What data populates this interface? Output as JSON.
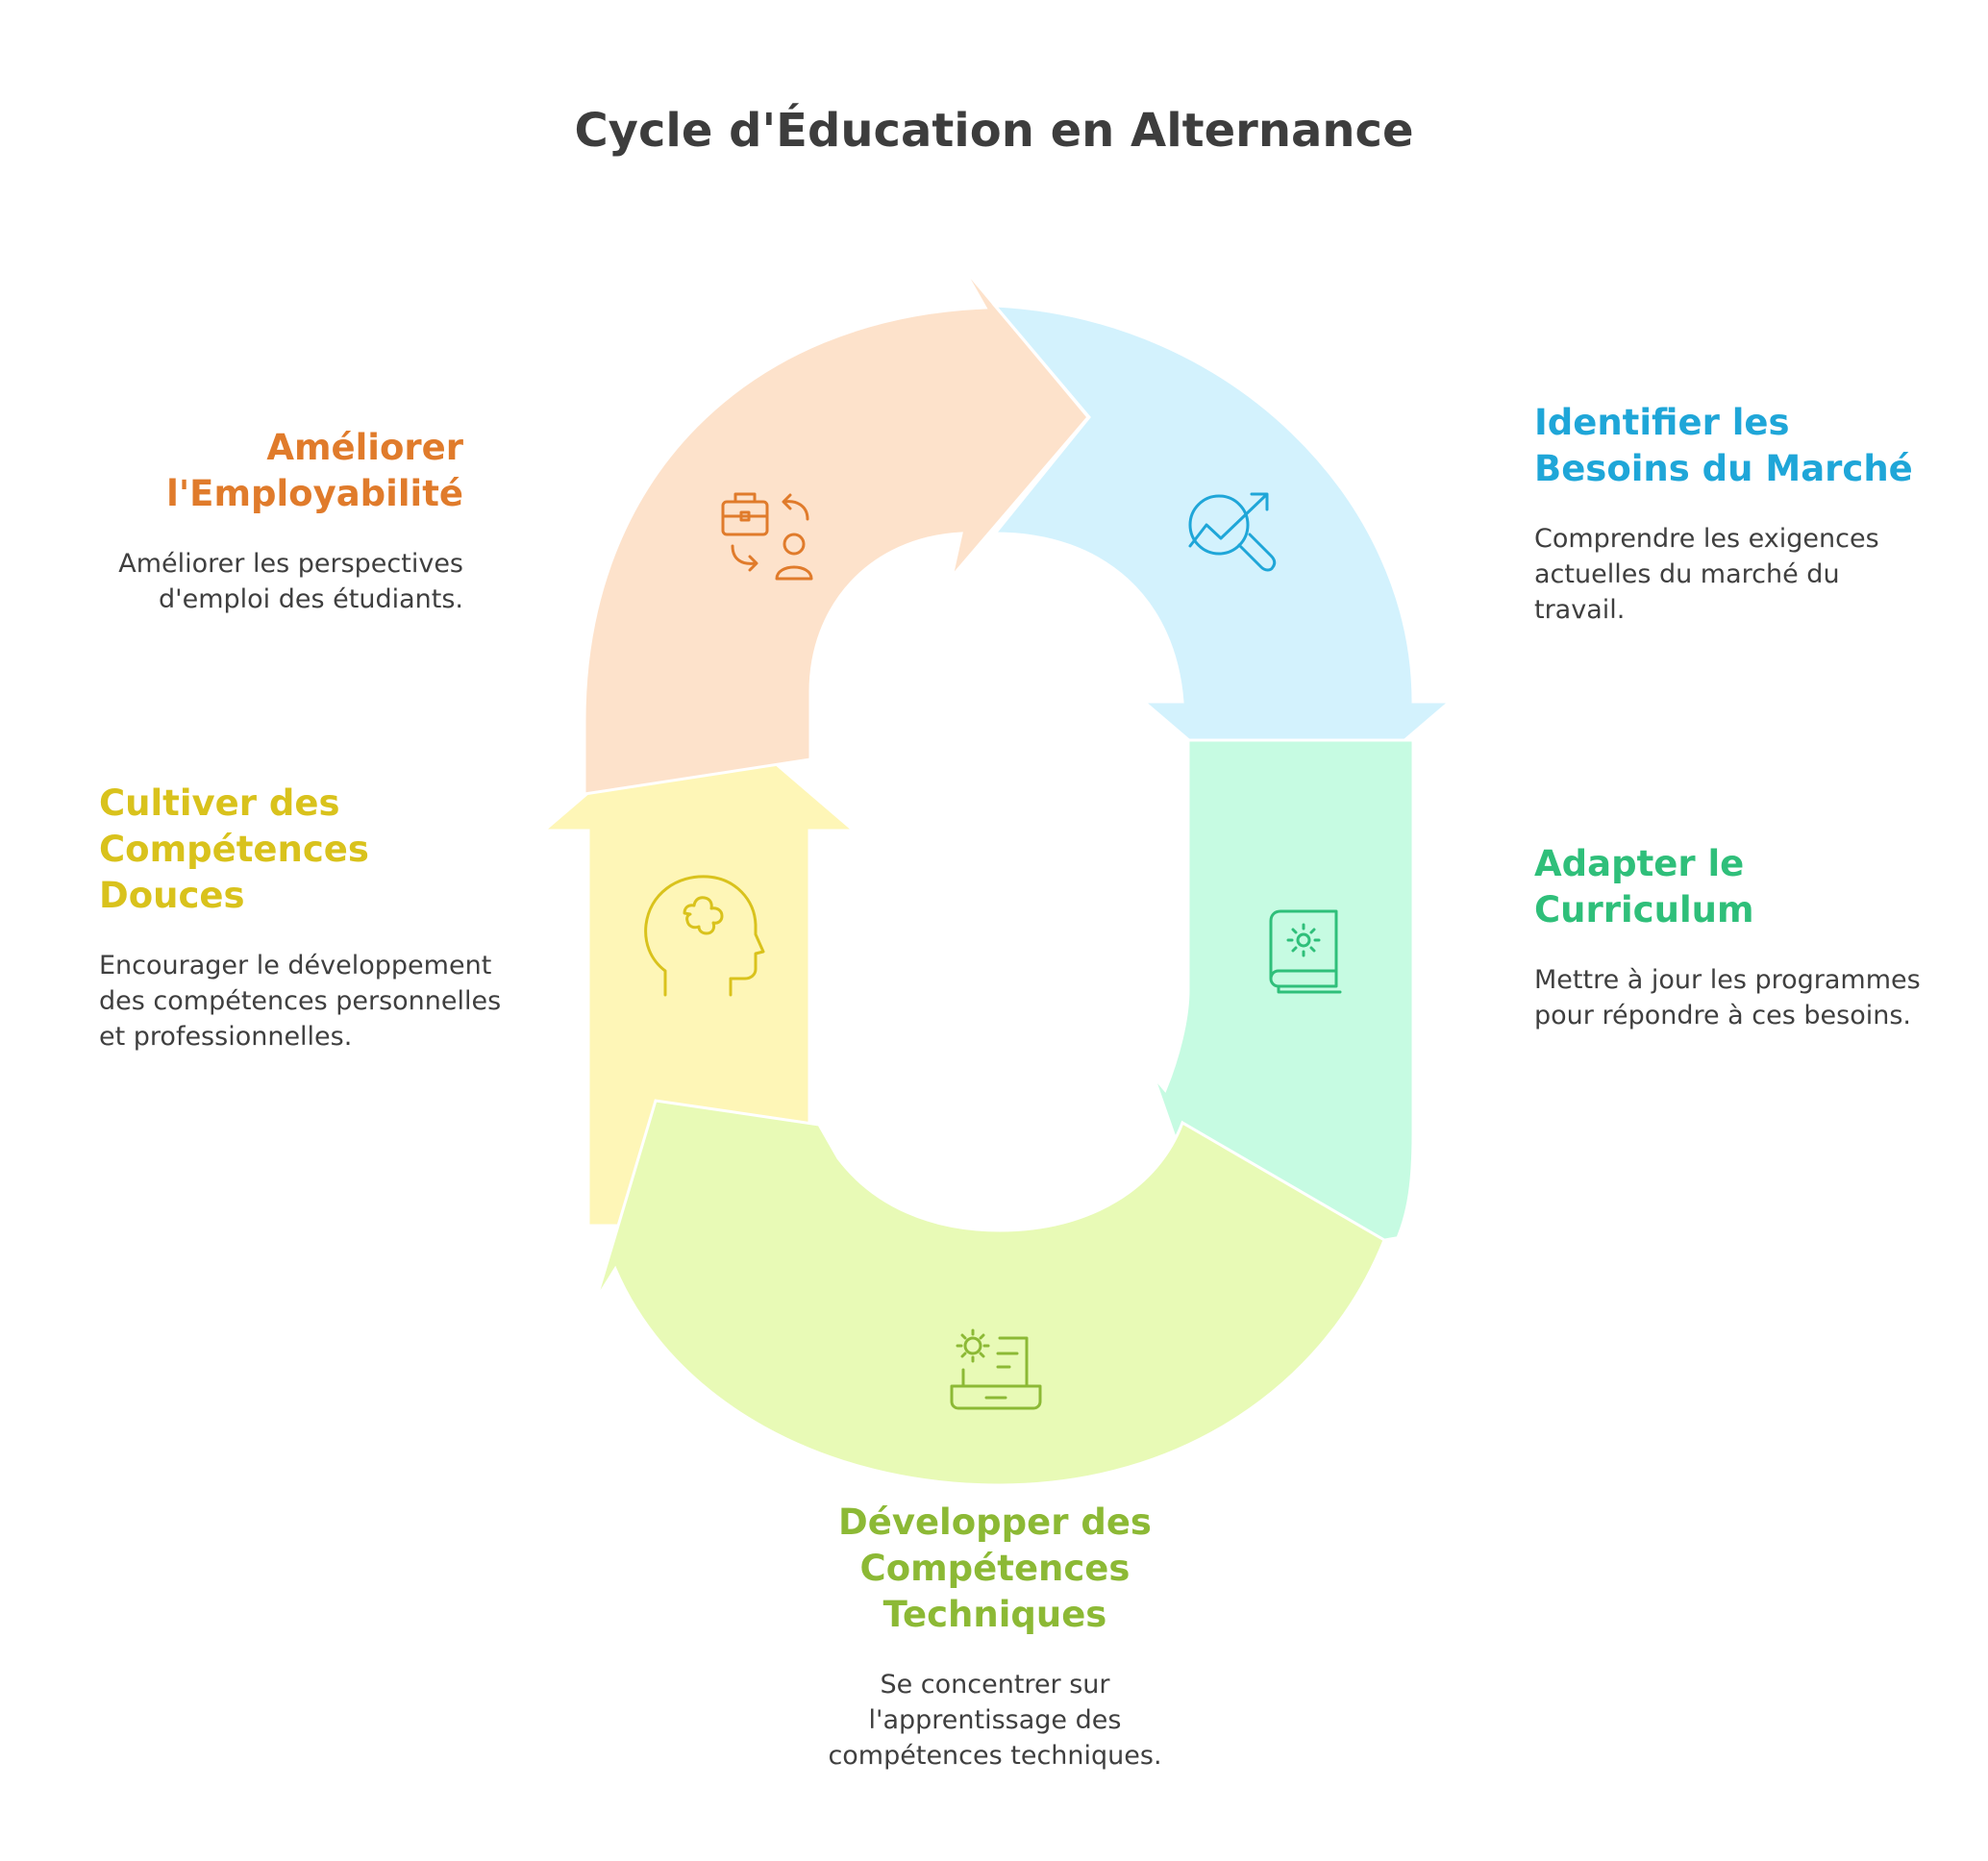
{
  "title": "Cycle d'Éducation en Alternance",
  "steps": [
    {
      "id": "employability",
      "heading": "Améliorer l'Employabilité",
      "description": "Améliorer les perspectives d'emploi des étudiants.",
      "icon": "briefcase-person-exchange-icon",
      "color": "#e07b2b",
      "fill": "#fde2cb"
    },
    {
      "id": "market",
      "heading": "Identifier les Besoins du Marché",
      "description": "Comprendre les exigences actuelles du marché du travail.",
      "icon": "trend-magnifier-icon",
      "color": "#1fa6d8",
      "fill": "#d3f2fd"
    },
    {
      "id": "curriculum",
      "heading": "Adapter le Curriculum",
      "description": "Mettre à jour les programmes pour répondre à ces besoins.",
      "icon": "book-gear-icon",
      "color": "#2fbf7a",
      "fill": "#c6fbe2"
    },
    {
      "id": "technical",
      "heading": "Développer des Compétences Techniques",
      "description": "Se concentrer sur l'apprentissage des compétences techniques.",
      "icon": "laptop-gear-icon",
      "color": "#8cb935",
      "fill": "#e8fab6"
    },
    {
      "id": "soft",
      "heading": "Cultiver des Compétences Douces",
      "description": "Encourager le développement des compétences personnelles et professionnelles.",
      "icon": "head-puzzle-icon",
      "color": "#d9c21c",
      "fill": "#fef6b7"
    }
  ]
}
